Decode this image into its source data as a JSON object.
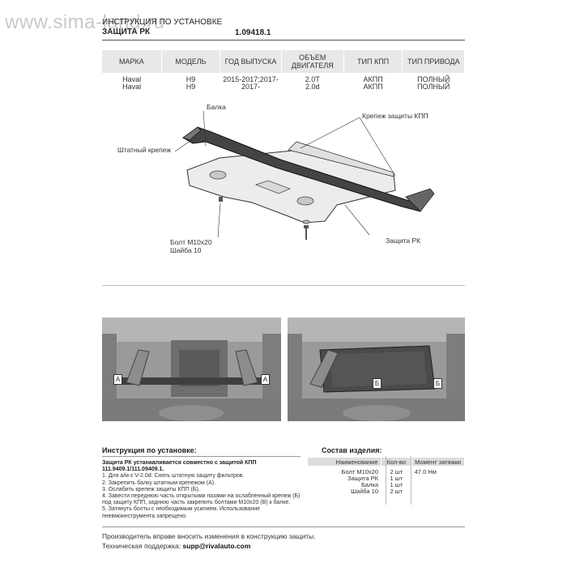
{
  "watermark": "www.sima-land.ru",
  "header": {
    "title_line1": "ИНСТРУКЦИЯ ПО УСТАНОВКЕ",
    "title_line2": "ЗАЩИТА РК",
    "code": "1.09418.1"
  },
  "spec_table": {
    "columns": [
      "МАРКА",
      "МОДЕЛЬ",
      "ГОД ВЫПУСКА",
      "ОБЪЕМ ДВИГАТЕЛЯ",
      "ТИП КПП",
      "ТИП ПРИВОДА"
    ],
    "rows": [
      [
        "Haval",
        "H9",
        "2015-2017;2017-",
        "2.0T",
        "АКПП",
        "ПОЛНЫЙ"
      ],
      [
        "Haval",
        "H9",
        "2017-",
        "2.0d",
        "АКПП",
        "ПОЛНЫЙ"
      ]
    ]
  },
  "diagram": {
    "labels": {
      "balka": "Балка",
      "shtatny": "Штатный крепеж",
      "krepezh_kpp": "Крепеж защиты КПП",
      "zashchita": "Защита РК",
      "bolt": "Болт М10х20",
      "shaiba": "Шайба 10"
    }
  },
  "photos": {
    "left_markers": [
      "A",
      "A"
    ],
    "right_markers": [
      "Б",
      "Б"
    ]
  },
  "instructions": {
    "title": "Инструкция по установке:",
    "bold_line1": "Защита РК устанавливается совместно с защитой КПП",
    "bold_line2": "111.9409.1/111.09409.1.",
    "steps": [
      "1. Для а/м с V-2.0d: Снять штатную защиту фильтров.",
      "2. Закрепить балку штатным крепежом (А).",
      "3. Ослабить крепеж защиты КПП (Б).",
      "4. Завести переднюю часть открытыми пазами на ослабленный крепеж (Б)",
      "под защиту КПП, заднюю часть закрепить болтами М10х20 (В) к балке.",
      "5. Затянуть болты с необходимым усилием. Использование",
      "пневмоинструмента запрещено."
    ]
  },
  "composition": {
    "title": "Состав изделия:",
    "headers": [
      "Наименование",
      "Кол-во",
      "Момент затяжки"
    ],
    "rows": [
      [
        "Болт М10х20",
        "2 шт",
        "47.0 Нм"
      ],
      [
        "Защита РК",
        "1 шт",
        ""
      ],
      [
        "Балка",
        "1 шт",
        ""
      ],
      [
        "Шайба 10",
        "2 шт",
        ""
      ]
    ]
  },
  "footer": {
    "line1": "Производитель вправе вносить изменения в конструкцию защиты.",
    "support_label": "Техническая поддержка:",
    "support_email": "supp@rivalauto.com"
  }
}
